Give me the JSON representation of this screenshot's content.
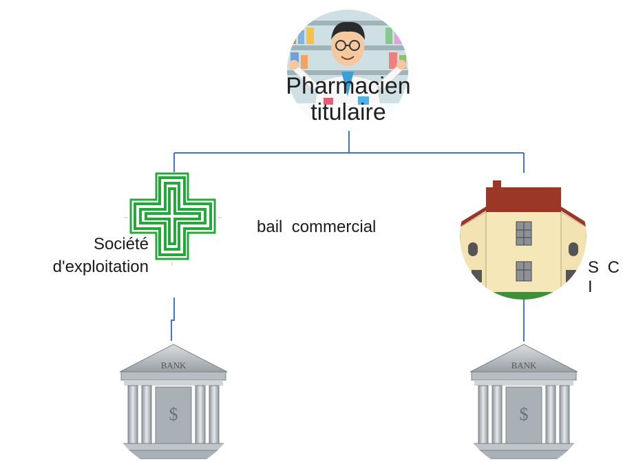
{
  "top_node": {
    "label_line1": "Pharmacien",
    "label_line2": "titulaire",
    "icon": "pharmacist-icon"
  },
  "left_node": {
    "label_line1": "Société",
    "label_line2": "d'exploitation",
    "icon": "pharmacy-cross-icon",
    "icon_color": "#25a83a"
  },
  "right_node": {
    "label": "S C I",
    "icon": "building-icon",
    "roof_color": "#9b3726"
  },
  "relation_label": "bail  commercial",
  "bank_left": {
    "sign": "BANK",
    "icon": "bank-icon",
    "symbol": "$"
  },
  "bank_right": {
    "sign": "BANK",
    "icon": "bank-icon",
    "symbol": "$"
  },
  "connector_color": "#4472c4"
}
